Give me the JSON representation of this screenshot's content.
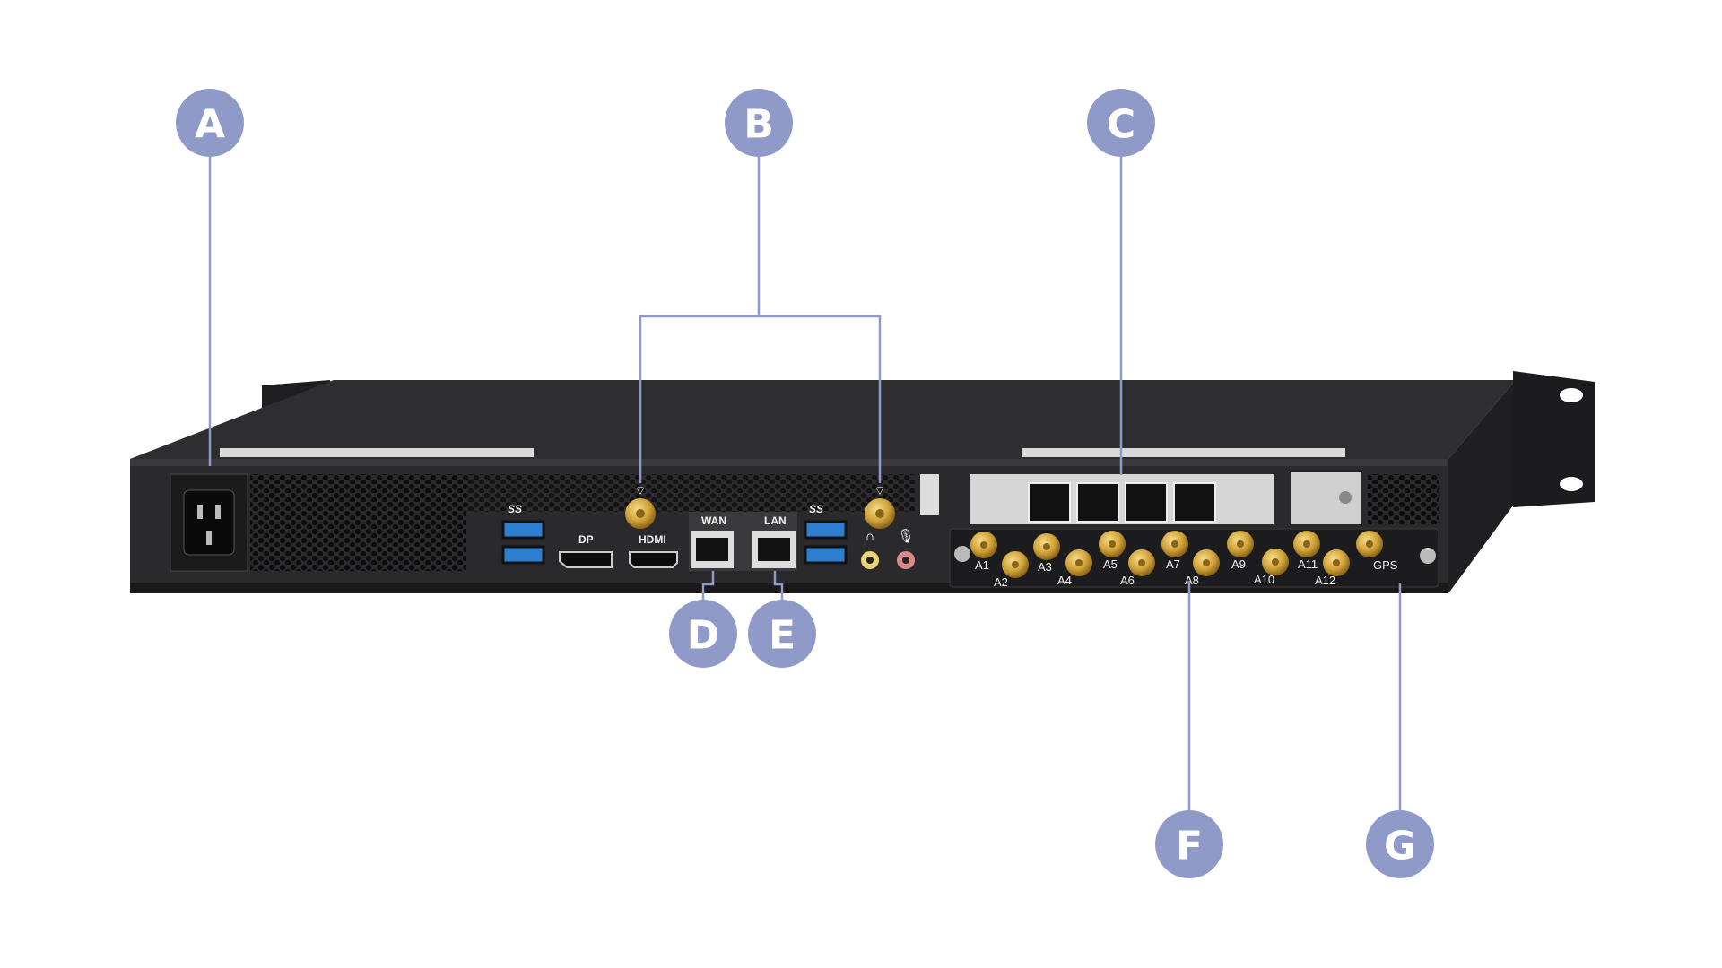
{
  "callouts": {
    "a": "A",
    "b": "B",
    "c": "C",
    "d": "D",
    "e": "E",
    "f": "F",
    "g": "G"
  },
  "ports": {
    "usb_left_logo": "SS",
    "usb_right_logo": "SS",
    "dp": "DP",
    "hdmi": "HDMI",
    "wan": "WAN",
    "lan": "LAN"
  },
  "antennas": [
    "A1",
    "A2",
    "A3",
    "A4",
    "A5",
    "A6",
    "A7",
    "A8",
    "A9",
    "A10",
    "A11",
    "A12",
    "GPS"
  ],
  "colors": {
    "callout": "#8f9ac8",
    "chassis": "#2b2b2d",
    "gold": "#d4a93a",
    "usb": "#2f7fd0"
  }
}
